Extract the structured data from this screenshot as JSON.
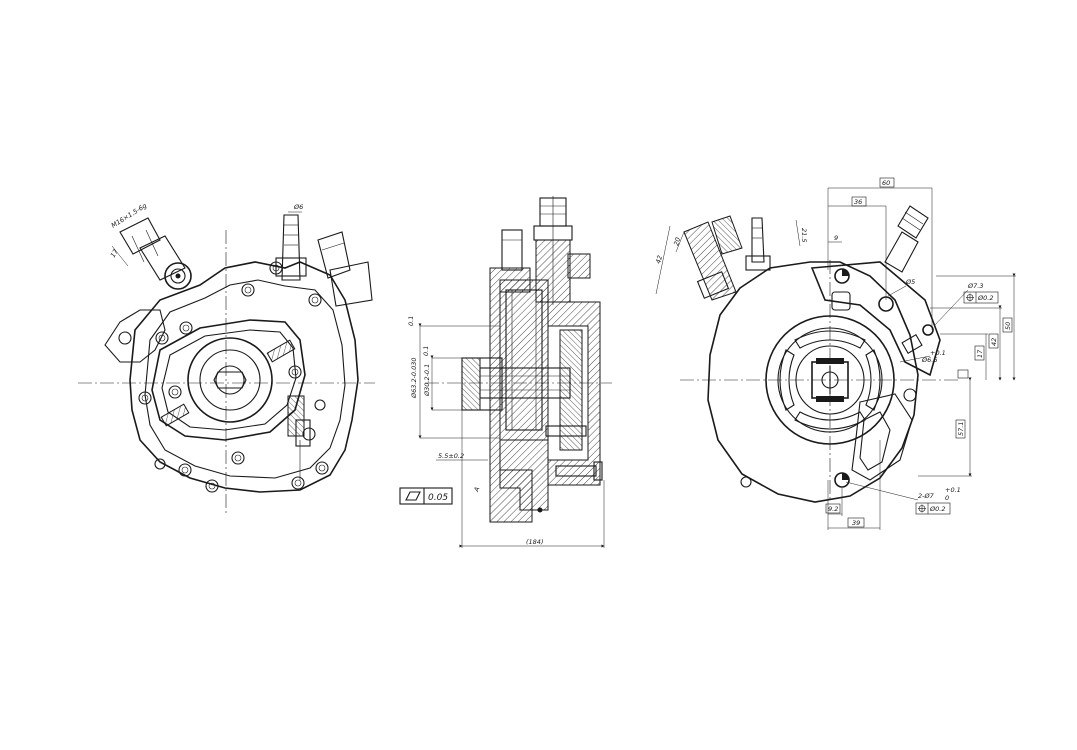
{
  "labels": {
    "thread_spec": "M16×1.5-6g",
    "front_17": "17",
    "front_phi6": "Ø6",
    "sec_dia_a": "Ø63.2-0.030",
    "sec_dia_b": "Ø30.2-0.1",
    "sec_55": "5.5±0.2",
    "sec_flat_value": "0.05",
    "sec_184": "(184)",
    "sec_tol_top": "0.1",
    "sec_tol_mid": "0.1",
    "sec_tol_low": "A",
    "right_60": "60",
    "right_36": "36",
    "right_42": "42",
    "right_20": "20",
    "right_215": "21.5",
    "right_9": "9",
    "right_phi73": "Ø7.3",
    "right_pos1": "Ø0.2",
    "right_phi5": "Ø5",
    "right_50": "50",
    "right_42v": "42",
    "right_17": "17",
    "right_phi6": "Ø6.6",
    "right_plus": "+0.1",
    "right_571": "57.1",
    "right_hole": "2-Ø7",
    "right_hole_sup": "+0.1",
    "right_hole_sub": "0",
    "right_pos2": "Ø0.2",
    "right_92": "9.2",
    "right_39": "39"
  },
  "icons": {
    "flatness": "flatness-symbol",
    "position": "position-symbol"
  },
  "colors": {
    "ink": "#1a1a1a",
    "paper": "#ffffff"
  }
}
